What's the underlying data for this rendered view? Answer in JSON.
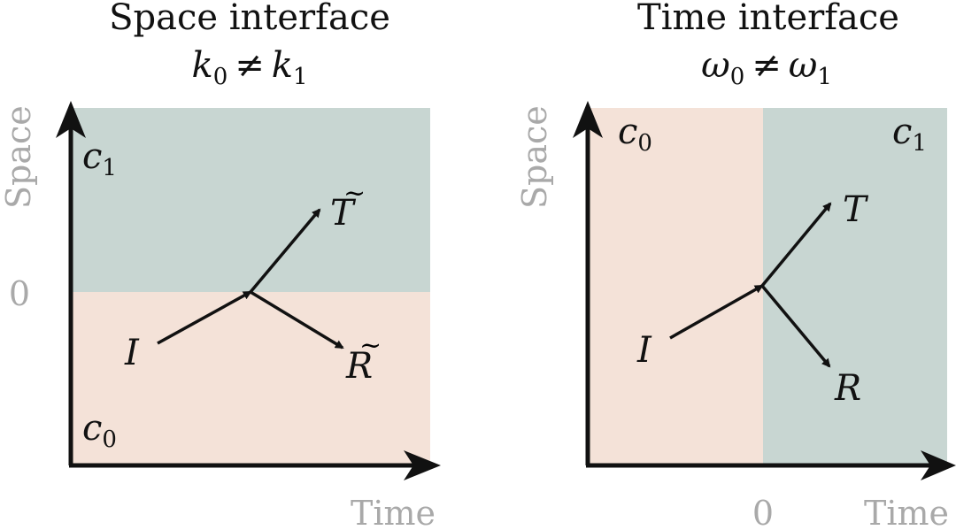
{
  "colors": {
    "medium_0": "#f4e2d8",
    "medium_1": "#c8d6d2",
    "axis": "#111111",
    "label_gray": "#a9a9a9"
  },
  "left_panel": {
    "title": "Space interface",
    "condition": {
      "a": "k",
      "a_sub": "0",
      "neq": "≠",
      "b": "k",
      "b_sub": "1"
    },
    "axis_x_label": "Time",
    "axis_y_label": "Space",
    "origin_tick": "0",
    "upper_medium": {
      "symbol": "c",
      "sub": "1"
    },
    "lower_medium": {
      "symbol": "c",
      "sub": "0"
    },
    "incident": "I",
    "transmitted": {
      "symbol": "T",
      "accent": "~"
    },
    "reflected": {
      "symbol": "R",
      "accent": "~"
    }
  },
  "right_panel": {
    "title": "Time interface",
    "condition": {
      "a": "ω",
      "a_sub": "0",
      "neq": "≠",
      "b": "ω",
      "b_sub": "1"
    },
    "axis_x_label": "Time",
    "axis_y_label": "Space",
    "origin_tick": "0",
    "left_medium": {
      "symbol": "c",
      "sub": "0"
    },
    "right_medium": {
      "symbol": "c",
      "sub": "1"
    },
    "incident": "I",
    "transmitted": "T",
    "reflected": "R"
  }
}
